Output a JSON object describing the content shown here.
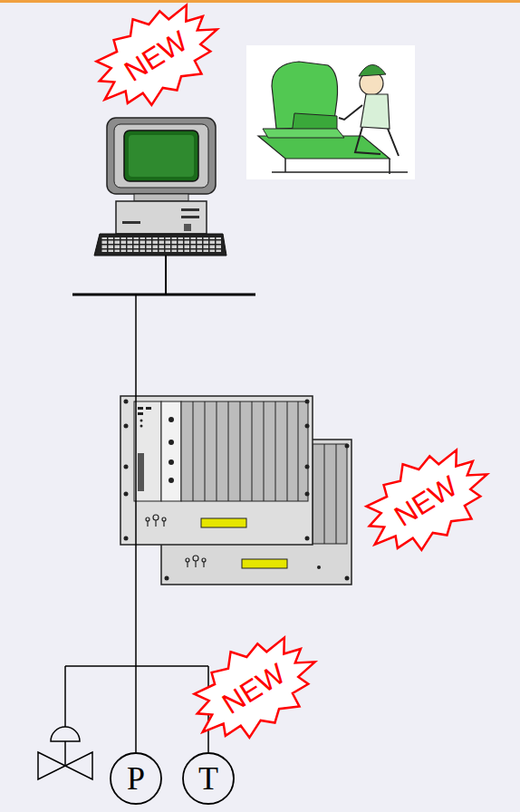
{
  "diagram": {
    "nodes": [
      {
        "text": [
          "NEW"
        ]
      },
      {
        "text": [
          "NEW"
        ]
      },
      {
        "text": [
          "NEW"
        ]
      },
      {
        "text": [
          "P"
        ]
      },
      {
        "text": [
          "T"
        ]
      }
    ]
  }
}
